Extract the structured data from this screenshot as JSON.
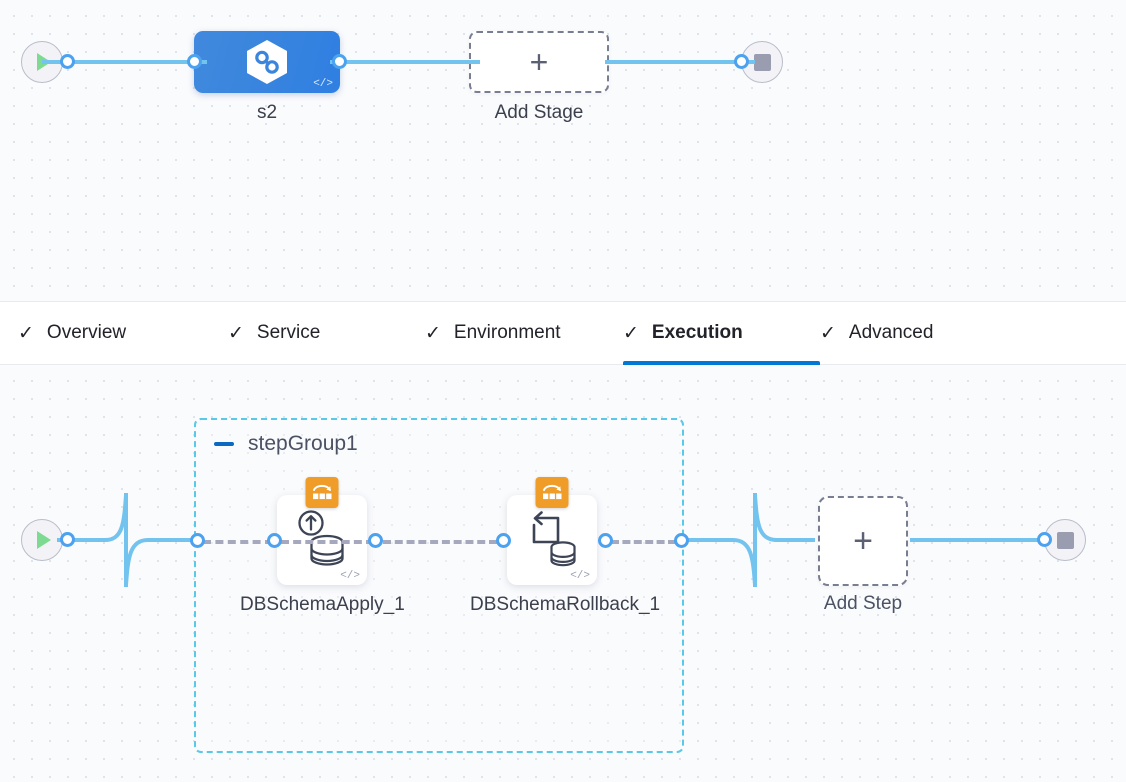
{
  "pipeline": {
    "start_node": {
      "name": "start-node",
      "icon": "play-icon"
    },
    "stage": {
      "label": "s2",
      "icon": "harness-cd-hexagon-icon",
      "code_badge": "</>"
    },
    "add_stage": {
      "label": "Add Stage",
      "plus": "+"
    },
    "end_node": {
      "name": "end-node",
      "icon": "stop-icon"
    }
  },
  "tabs": [
    {
      "label": "Overview",
      "check": "✓",
      "active": false
    },
    {
      "label": "Service",
      "check": "✓",
      "active": false
    },
    {
      "label": "Environment",
      "check": "✓",
      "active": false
    },
    {
      "label": "Execution",
      "check": "✓",
      "active": true
    },
    {
      "label": "Advanced",
      "check": "✓",
      "active": false
    }
  ],
  "execution": {
    "start_node": {
      "name": "execution-start-node",
      "icon": "play-icon"
    },
    "step_group": {
      "title": "stepGroup1",
      "collapse_icon": "minus-icon",
      "steps": [
        {
          "label": "DBSchemaApply_1",
          "icon": "database-apply-icon",
          "badge_icon": "rollback-stage-icon",
          "code_badge": "</>"
        },
        {
          "label": "DBSchemaRollback_1",
          "icon": "database-rollback-icon",
          "badge_icon": "rollback-stage-icon",
          "code_badge": "</>"
        }
      ]
    },
    "add_step": {
      "label": "Add Step",
      "plus": "+"
    },
    "end_node": {
      "name": "execution-end-node",
      "icon": "stop-icon"
    }
  },
  "colors": {
    "accent_blue": "#0278d5",
    "link_blue": "#73c3ef",
    "port_blue": "#4da2f0",
    "stage_blue": "#3b86dd",
    "group_border": "#5ac8e8",
    "badge_orange": "#ef9c28",
    "play_green": "#7ed991",
    "stop_gray": "#9a9db0"
  }
}
